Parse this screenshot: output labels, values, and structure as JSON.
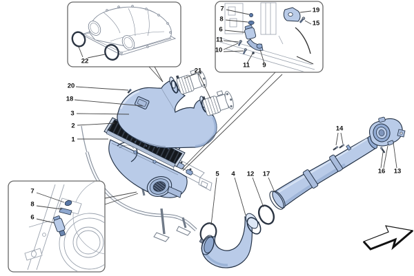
{
  "diagram": {
    "kind": "exploded-parts-diagram",
    "subject": "air-intake-system",
    "background": "#ffffff",
    "colors": {
      "part_fill": "#b9cbe8",
      "part_shade": "#92abd3",
      "part_highlight": "#dde7f6",
      "outline": "#223044",
      "lineart_gray": "#8a93a0",
      "filter_dark": "#14181d",
      "label_color": "#111111",
      "leader_color": "#444444"
    },
    "callouts": {
      "labels": [
        "1",
        "2",
        "3",
        "18",
        "20",
        "21",
        "22",
        "7",
        "8",
        "6",
        "11",
        "10",
        "11",
        "9",
        "19",
        "15",
        "7",
        "8",
        "6",
        "5",
        "4",
        "12",
        "17",
        "14",
        "16",
        "13"
      ]
    }
  }
}
